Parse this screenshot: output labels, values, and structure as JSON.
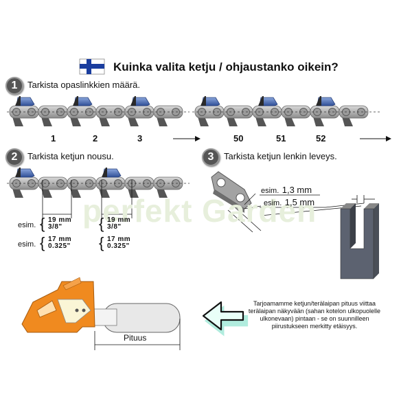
{
  "title": "Kuinka valita ketju / ohjaustanko oikein?",
  "watermark": "perfekt Garden",
  "steps": [
    {
      "number": "1",
      "text": "Tarkista opaslinkkien määrä."
    },
    {
      "number": "2",
      "text": "Tarkista ketjun nousu."
    },
    {
      "number": "3",
      "text": "Tarkista ketjun lenkin leveys."
    }
  ],
  "link_counts_left": [
    "1",
    "2",
    "3"
  ],
  "link_counts_right": [
    "50",
    "51",
    "52"
  ],
  "pitch": {
    "esim": "esim.",
    "first": {
      "mm_a": "19 mm",
      "in_a": "3/8\"",
      "mm_b": "17 mm",
      "in_b": "0.325\""
    },
    "second": {
      "mm_a": "19 mm",
      "in_a": "3/8\"",
      "mm_b": "17 mm",
      "in_b": "0.325\""
    }
  },
  "gauge": {
    "esim_a": "esim.",
    "value_a": "1,3 mm",
    "esim_b": "esim.",
    "value_b": "1,5 mm"
  },
  "bar_length_label": "Pituus",
  "note": "Tarjoamamme ketjun/terälaipan pituus viittaa terälaipan näkyvään (sahan kotelon ulkopuolelle ulkonevaan) pintaan - se on suunnilleen piirustukseen merkitty etäisyys.",
  "colors": {
    "chain": "#b8b8b8",
    "cutter": "#3b5fa8",
    "saw_body": "#f08a1f",
    "arrow_glow": "#7de0c8",
    "flag_blue": "#1a3d9e"
  },
  "icons": [
    "finland-flag-icon",
    "chainsaw-icon",
    "arrow-left-icon"
  ]
}
